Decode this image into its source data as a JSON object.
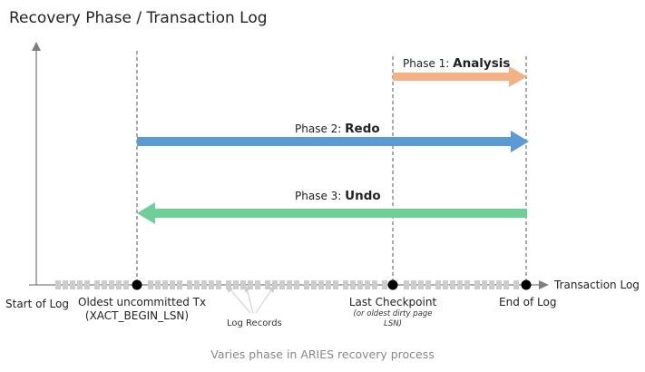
{
  "title": "Recovery Phase / Transaction Log",
  "axis_label": "Transaction Log",
  "markers": {
    "start": "Start of Log",
    "oldest_line1": "Oldest uncommitted Tx",
    "oldest_line2": "(XACT_BEGIN_LSN)",
    "checkpoint": "Last Checkpoint",
    "checkpoint_note_line1": "(or oldest dirty page",
    "checkpoint_note_line2": "LSN)",
    "end": "End of Log",
    "log_records": "Log Records"
  },
  "phases": {
    "analysis_prefix": "Phase 1: ",
    "analysis_name": "Analysis",
    "redo_prefix": "Phase 2: ",
    "redo_name": "Redo",
    "undo_prefix": "Phase 3: ",
    "undo_name": "Undo"
  },
  "colors": {
    "analysis": "#f4b183",
    "redo": "#5b9bd5",
    "undo": "#6fcf97",
    "axis": "#7f7f7f",
    "log_record": "#cccccc"
  },
  "caption": "Varies phase in ARIES recovery process"
}
